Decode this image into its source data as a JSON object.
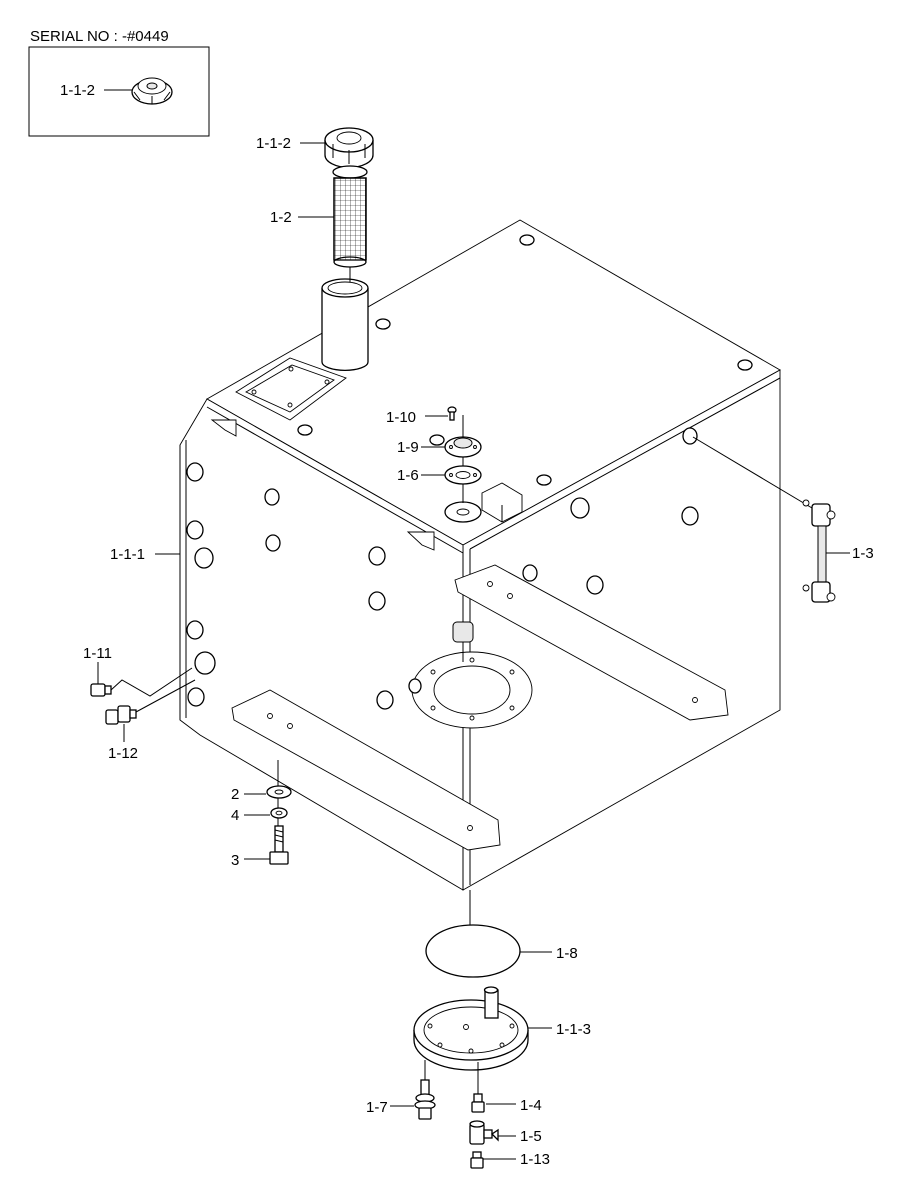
{
  "serial": {
    "text": "SERIAL NO : -#0449",
    "inset_label": "1-1-2"
  },
  "labels": {
    "cap": "1-1-2",
    "strainer": "1-2",
    "tank": "1-1-1",
    "gauge": "1-3",
    "bolt_small": "1-10",
    "flange": "1-9",
    "gasket_small": "1-6",
    "plug": "1-11",
    "fitting": "1-12",
    "washer": "2",
    "lock_washer": "4",
    "bolt": "3",
    "gasket_big": "1-8",
    "cover": "1-1-3",
    "drain_bolt": "1-7",
    "nipple": "1-4",
    "cock": "1-5",
    "plug_small": "1-13"
  }
}
